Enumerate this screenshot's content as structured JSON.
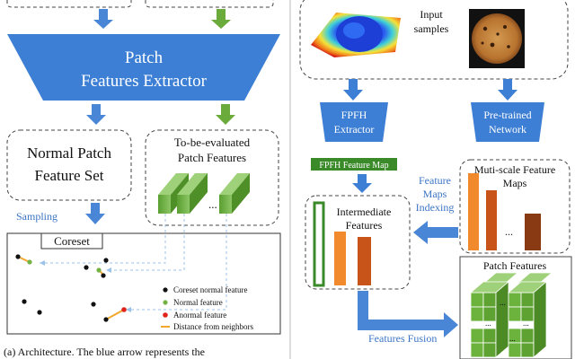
{
  "left": {
    "extractor_label_line1": "Patch",
    "extractor_label_line2": "Features Extractor",
    "normal_set_line1": "Normal Patch",
    "normal_set_line2": "Feature Set",
    "to_be_evaluated_line1": "To-be-evaluated",
    "to_be_evaluated_line2": "Patch Features",
    "ellipsis": "...",
    "sampling_label": "Sampling",
    "coreset_title": "Coreset",
    "legend": [
      "Coreset normal feature",
      "Normal feature",
      "Anormal feature",
      "Distance from neighbors"
    ],
    "caption": "(a) Architecture. The blue arrow represents the",
    "colors": {
      "blue": "#4a86d6",
      "green": "#73b244",
      "red": "#e0231b",
      "orange": "#f2a72e"
    }
  },
  "right": {
    "input_line1": "Input",
    "input_line2": "samples",
    "fpfh_extractor_line1": "FPFH",
    "fpfh_extractor_line2": "Extractor",
    "pretrained_line1": "Pre-trained",
    "pretrained_line2": "Network",
    "fpfh_map_label": "FPFH Feature Map",
    "multiscale_line1": "Muti-scale Feature",
    "multiscale_line2": "Maps",
    "indexing_line1": "Feature",
    "indexing_line2": "Maps",
    "indexing_line3": "Indexing",
    "intermediate_line1": "Intermediate",
    "intermediate_line2": "Features",
    "patch_features_label": "Patch Features",
    "fusion_label": "Features Fusion",
    "ellipsis": "...",
    "colors": {
      "bar_green": "#3a8a2a",
      "bar_orange": "#f08a2c",
      "bar_dark_orange": "#c8541a",
      "bar_brown": "#8a3a12"
    }
  }
}
